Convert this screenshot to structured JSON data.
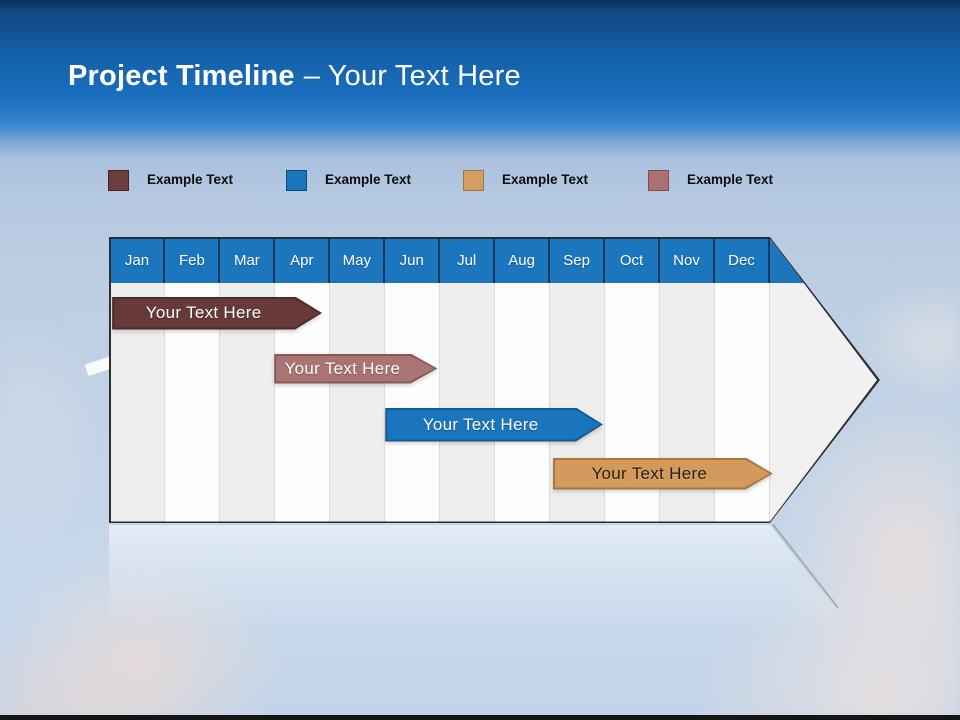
{
  "slide": {
    "title_bold": "Project Timeline",
    "title_regular": "– Your Text Here"
  },
  "legend": [
    {
      "label": "Example Text",
      "fill": "#6d3c3c",
      "border": "#452525"
    },
    {
      "label": "Example Text",
      "fill": "#1b75bc",
      "border": "#114e7e"
    },
    {
      "label": "Example Text",
      "fill": "#d39e62",
      "border": "#a1763f"
    },
    {
      "label": "Example Text",
      "fill": "#ab7170",
      "border": "#7e4f4e"
    }
  ],
  "timeline": {
    "months": [
      "Jan",
      "Feb",
      "Mar",
      "Apr",
      "May",
      "Jun",
      "Jul",
      "Aug",
      "Sep",
      "Oct",
      "Nov",
      "Dec"
    ],
    "header_fill": "#1c76bd",
    "bars": [
      {
        "label": "Your Text Here",
        "start_month": 0.03,
        "end_month": 3.85,
        "fill": "#673939",
        "border": "#4e2b2b",
        "text_color": "#ffffff"
      },
      {
        "label": "Your Text Here",
        "start_month": 2.98,
        "end_month": 5.95,
        "fill": "#aa7472",
        "border": "#8a5957",
        "text_color": "#ffffff"
      },
      {
        "label": "Your Text Here",
        "start_month": 5.0,
        "end_month": 8.96,
        "fill": "#1b75bc",
        "border": "#135a92",
        "text_color": "#ffffff"
      },
      {
        "label": "Your Text Here",
        "start_month": 8.05,
        "end_month": 12.05,
        "fill": "#d29a5d",
        "border": "#aa763a",
        "text_color": "#2d1d0d"
      }
    ]
  }
}
